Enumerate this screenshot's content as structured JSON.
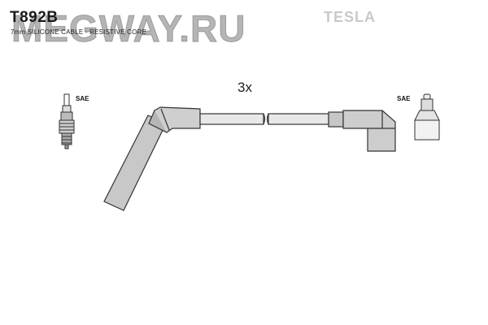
{
  "header": {
    "part_code": "T892B",
    "watermark": "MEGWAY.RU",
    "subtitle": "7mm SILICONE CABLE - RESISTIVE CORE",
    "brand": "TESLA"
  },
  "diagram": {
    "quantity_label": "3x",
    "left_terminal_label": "SAE",
    "right_terminal_label": "SAE",
    "colors": {
      "cable": "#d4d4d4",
      "outline": "#333333",
      "plug_body": "#bdbdbd"
    },
    "icons": [
      "spark-plug-icon",
      "spark-plug-boot-icon",
      "cable-icon",
      "distributor-boot-icon",
      "distributor-terminal-icon"
    ]
  }
}
